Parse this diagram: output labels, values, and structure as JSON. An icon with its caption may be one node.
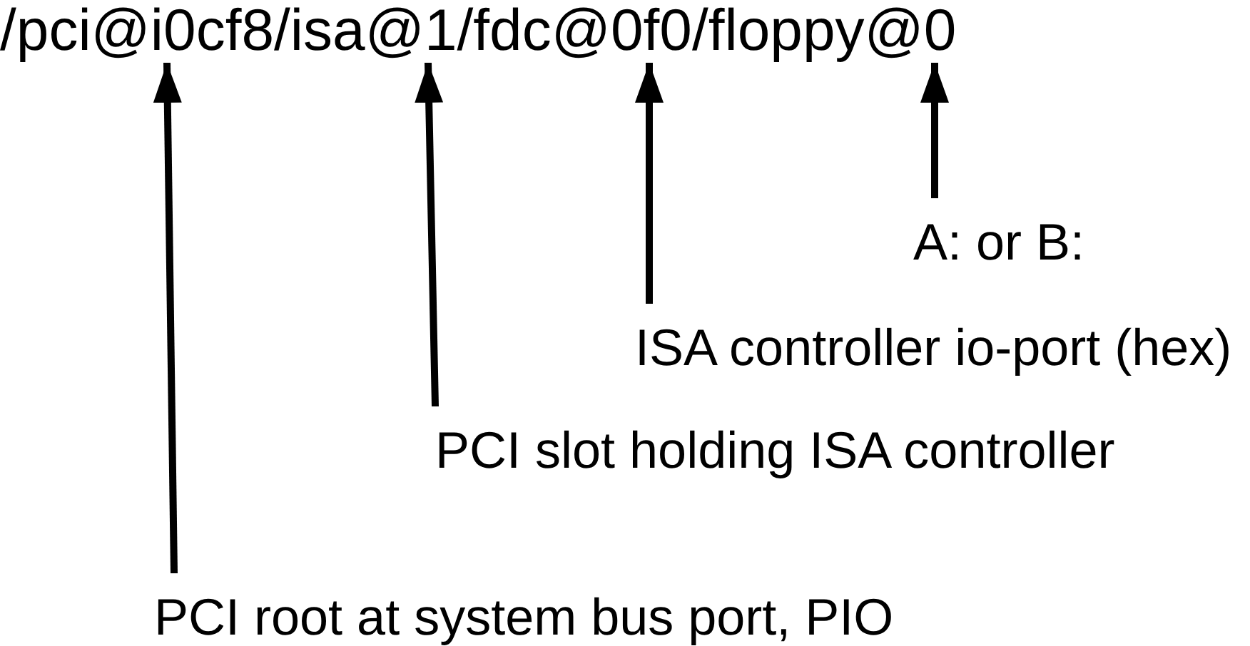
{
  "diagram": {
    "nodes": [
      {
        "text": [
          "/pci@i0cf8/isa@1/fdc@0f0/floppy@0"
        ]
      },
      {
        "text": [
          "PCI root at system bus port, PIO"
        ]
      },
      {
        "text": [
          "PCI slot holding ISA controller"
        ]
      },
      {
        "text": [
          "ISA controller io-port (hex)"
        ]
      },
      {
        "text": [
          "A: or B:"
        ]
      }
    ],
    "edges": [
      {
        "from": 1,
        "to": 0,
        "arrow": "to"
      },
      {
        "from": 2,
        "to": 0,
        "arrow": "to"
      },
      {
        "from": 3,
        "to": 0,
        "arrow": "to"
      },
      {
        "from": 4,
        "to": 0,
        "arrow": "to"
      }
    ]
  }
}
